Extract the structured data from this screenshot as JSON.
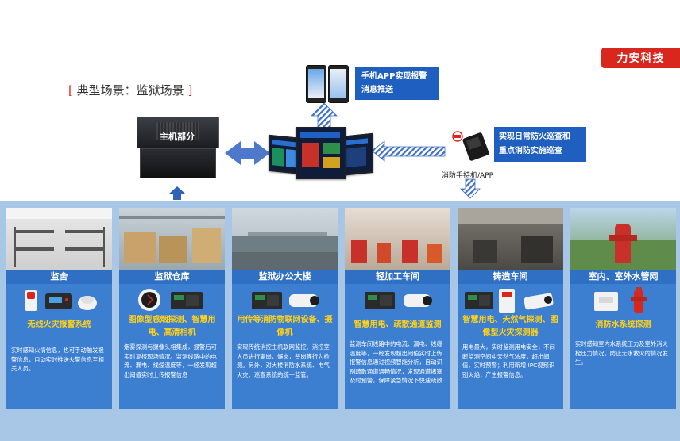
{
  "brand": {
    "name": "力安科技",
    "color": "#d9271e"
  },
  "scene": {
    "bracket_open": "[",
    "title": "典型场景：监狱场景",
    "bracket_close": "]"
  },
  "host": {
    "label": "主机部分"
  },
  "app": {
    "line1": "手机APP实现报警",
    "line2": "消息推送"
  },
  "patrol": {
    "line1": "实现日常防火巡查和",
    "line2": "重点消防实施巡查",
    "device_label": "消防手持机/APP"
  },
  "colors": {
    "panel_bg": "#a8c6e6",
    "card_body": "#3c7fd0",
    "card_strip": "#2f6fc4",
    "heading": "#ffd11a",
    "box_blue": "#1f5fbf"
  },
  "cards": [
    {
      "scene": "监舍",
      "heading": "无线火灾报警系统",
      "desc": "实时感知火情信息，也可手动触发报警信息，自动实时推送火警信息至相关人员。",
      "devices": [
        "sound-light-alarm-icon",
        "wireless-terminal-icon",
        "smoke-detector-icon"
      ]
    },
    {
      "scene": "监狱仓库",
      "heading": "图像型感烟探测、智慧用电、高清相机",
      "desc": "烟雾探测与摄像头相集成，报警后可实时复核现场情况。监测线路中的电流、漏电、线缆温度等，一经发现超出阈值实时上传报警信息",
      "devices": [
        "image-smoke-detector-icon",
        "electrical-monitor-icon"
      ]
    },
    {
      "scene": "监狱办公大楼",
      "heading": "用传等消防物联网设备、摄像机",
      "desc": "实现传统消控主机联网监控、消控室人员进行离岗，懈岗，替岗等行为检测。另外，对大楼消防水系统、电气火灾、巡查系统的统一监管。",
      "devices": [
        "transmission-device-icon",
        "camera-icon"
      ]
    },
    {
      "scene": "轻加工车间",
      "heading": "智慧用电、疏散通道监测",
      "desc": "监测车间线路中的电流、漏电、线缆温度等，一经发现超出阈值实时上传报警信息通过视频智能分析，自动识别疏散通道通畅情况，发现通道堵塞及时预警，保障紧急情况下快速疏散",
      "devices": [
        "electrical-monitor-icon",
        "camera-icon"
      ]
    },
    {
      "scene": "铸造车间",
      "heading": "智慧用电、天然气探测、图像型火灾探测器",
      "desc": "用电量大，实时监测用电安全；不间断监测空间中天然气浓度，超出阈值，实时预警；利用新增 IPC视频识别火焰，产生报警信息。",
      "devices": [
        "electrical-monitor-icon",
        "gas-detector-icon",
        "flame-camera-icon"
      ]
    },
    {
      "scene": "室内、室外水管网",
      "heading": "消防水系统探测",
      "desc": "实时感知室内水系统压力及室外消火栓压力情况，防止无水救火的情况发生。",
      "devices": [
        "pressure-sensor-icon",
        "fire-hydrant-icon"
      ]
    }
  ]
}
